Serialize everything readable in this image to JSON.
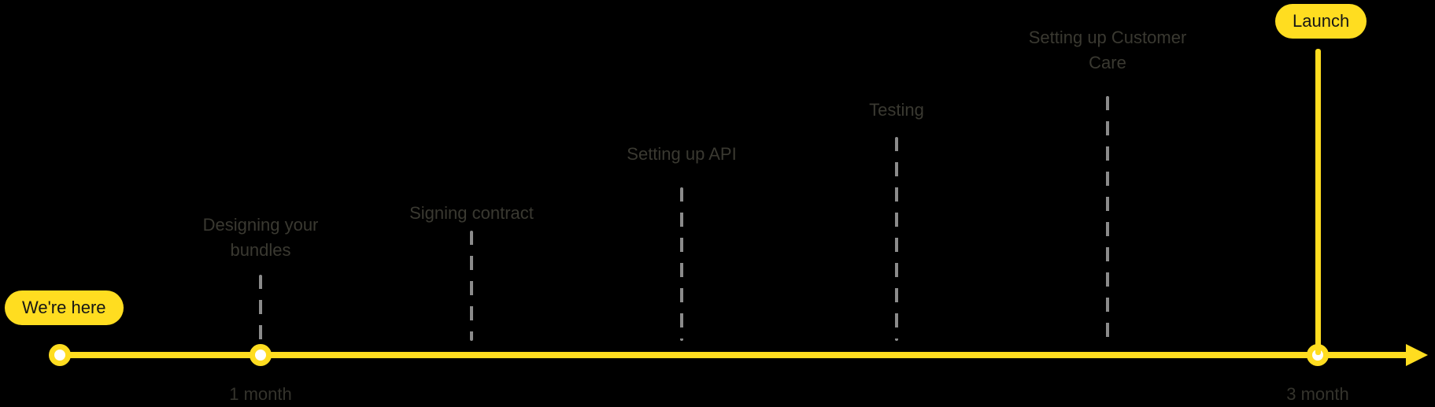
{
  "timeline": {
    "here_badge": "We're here",
    "launch_badge": "Launch",
    "milestones": [
      {
        "label": "Designing your bundles",
        "time": "1 month"
      },
      {
        "label": "Signing contract",
        "time": ""
      },
      {
        "label": "Setting up API",
        "time": ""
      },
      {
        "label": "Testing",
        "time": ""
      },
      {
        "label": "Setting up Customer Care",
        "time": ""
      }
    ],
    "end_time": "3 month",
    "colors": {
      "accent": "#FFDD20",
      "label_text": "#3A3931",
      "dash": "#8B8B8B",
      "badge_text": "#161616",
      "background": "#000000"
    }
  }
}
